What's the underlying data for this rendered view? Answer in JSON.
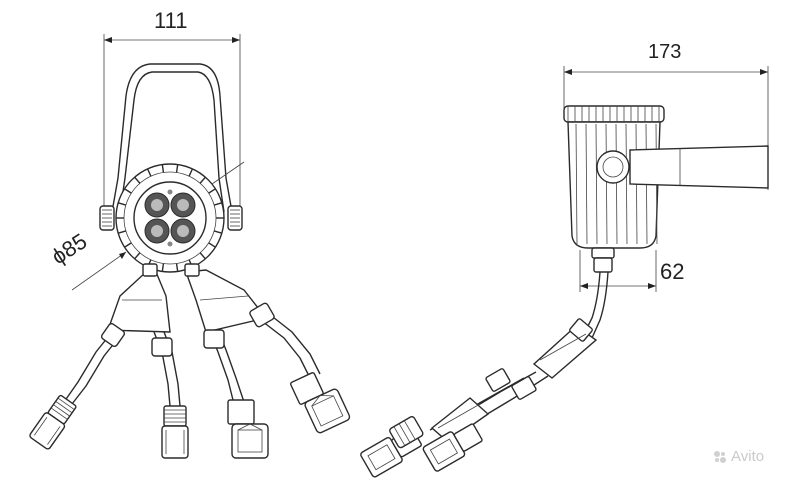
{
  "dimensions": {
    "front_width": "111",
    "side_length": "173",
    "side_depth": "62",
    "diameter": "ϕ85"
  },
  "watermark": {
    "text": "Avito",
    "icon": "avito-logo-icon",
    "color": "#c9c9c9"
  },
  "colors": {
    "line": "#2b2b2b",
    "background": "#ffffff"
  }
}
